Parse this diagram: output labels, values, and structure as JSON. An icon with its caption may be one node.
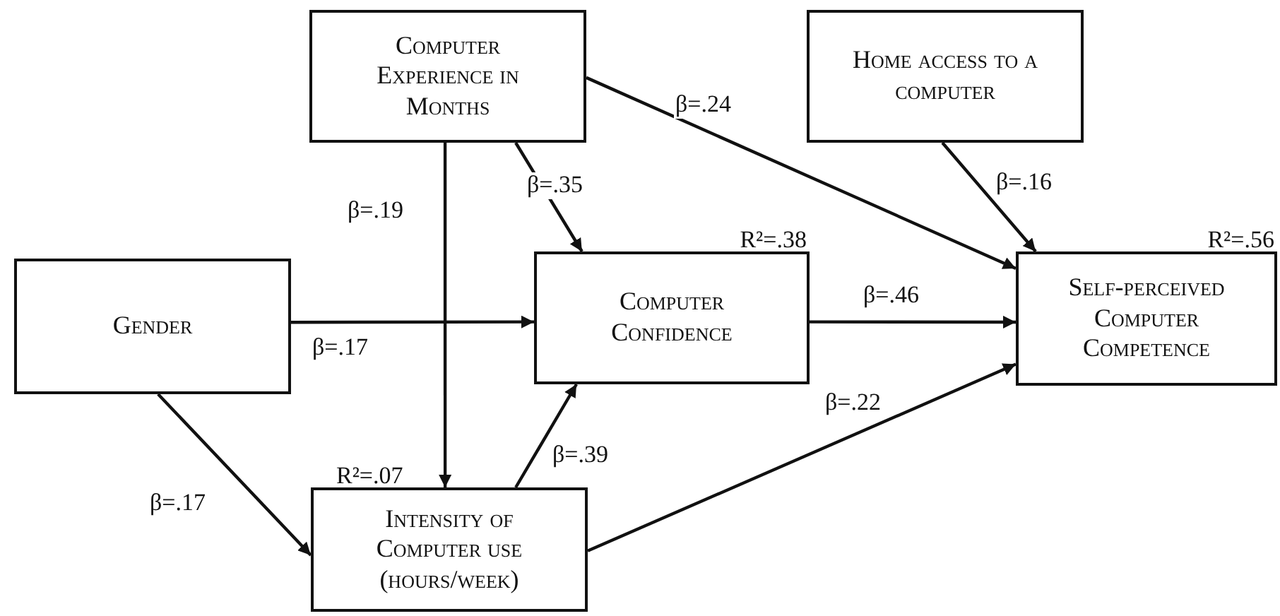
{
  "diagram": {
    "nodes": [
      {
        "text": [
          "Computer Experience in Months"
        ]
      },
      {
        "text": [
          "Home access to a computer"
        ]
      },
      {
        "text": [
          "Gender"
        ]
      },
      {
        "text": [
          "Computer Confidence"
        ],
        "beside": [
          "R²=.38"
        ]
      },
      {
        "text": [
          "Self-perceived Computer Competence"
        ],
        "beside": [
          "R²=.56"
        ]
      },
      {
        "text": [
          "Intensity of Computer use (hours/week)"
        ],
        "beside": [
          "R²=.07"
        ]
      }
    ],
    "edges": [
      {
        "from": 0,
        "to": 3,
        "arrow": "to",
        "label": "β=.35"
      },
      {
        "from": 0,
        "to": 4,
        "arrow": "to",
        "label": "β=.24"
      },
      {
        "from": 0,
        "to": 5,
        "arrow": "to",
        "label": "β=.19"
      },
      {
        "from": 1,
        "to": 4,
        "arrow": "to",
        "label": "β=.16"
      },
      {
        "from": 2,
        "to": 3,
        "arrow": "to",
        "label": "β=.17"
      },
      {
        "from": 2,
        "to": 5,
        "arrow": "to",
        "label": "β=.17"
      },
      {
        "from": 3,
        "to": 4,
        "arrow": "to",
        "label": "β=.46"
      },
      {
        "from": 5,
        "to": 3,
        "arrow": "to",
        "label": "β=.39"
      },
      {
        "from": 5,
        "to": 4,
        "arrow": "to",
        "label": "β=.22"
      }
    ]
  }
}
